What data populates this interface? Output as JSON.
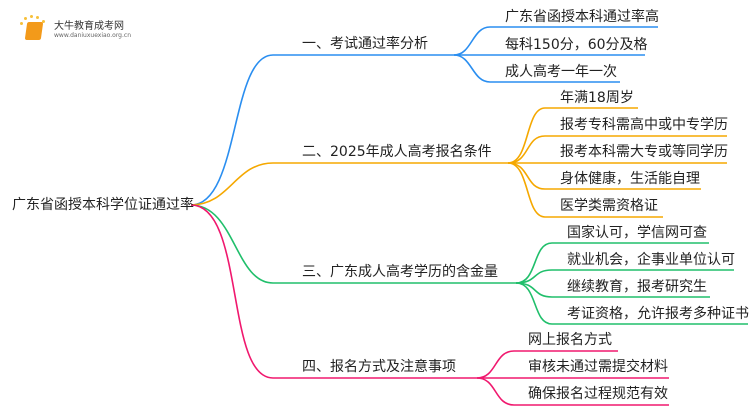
{
  "logo": {
    "name": "大牛教育成考网",
    "url": "www.daniuxuexiao.org.cn"
  },
  "colors": {
    "branch1": "#2a8ef0",
    "branch2": "#f5a800",
    "branch3": "#20bf6b",
    "branch4": "#f0186e"
  },
  "root": "广东省函授本科学位证通过率",
  "branches": [
    {
      "label": "一、考试通过率分析",
      "children": [
        "广东省函授本科通过率高",
        "每科150分，60分及格",
        "成人高考一年一次"
      ]
    },
    {
      "label": "二、2025年成人高考报名条件",
      "children": [
        "年满18周岁",
        "报考专科需高中或中专学历",
        "报考本科需大专或等同学历",
        "身体健康，生活能自理",
        "医学类需资格证"
      ]
    },
    {
      "label": "三、广东成人高考学历的含金量",
      "children": [
        "国家认可，学信网可查",
        "就业机会，企事业单位认可",
        "继续教育，报考研究生",
        "考证资格，允许报考多种证书"
      ]
    },
    {
      "label": "四、报名方式及注意事项",
      "children": [
        "网上报名方式",
        "审核未通过需提交材料",
        "确保报名过程规范有效"
      ]
    }
  ]
}
